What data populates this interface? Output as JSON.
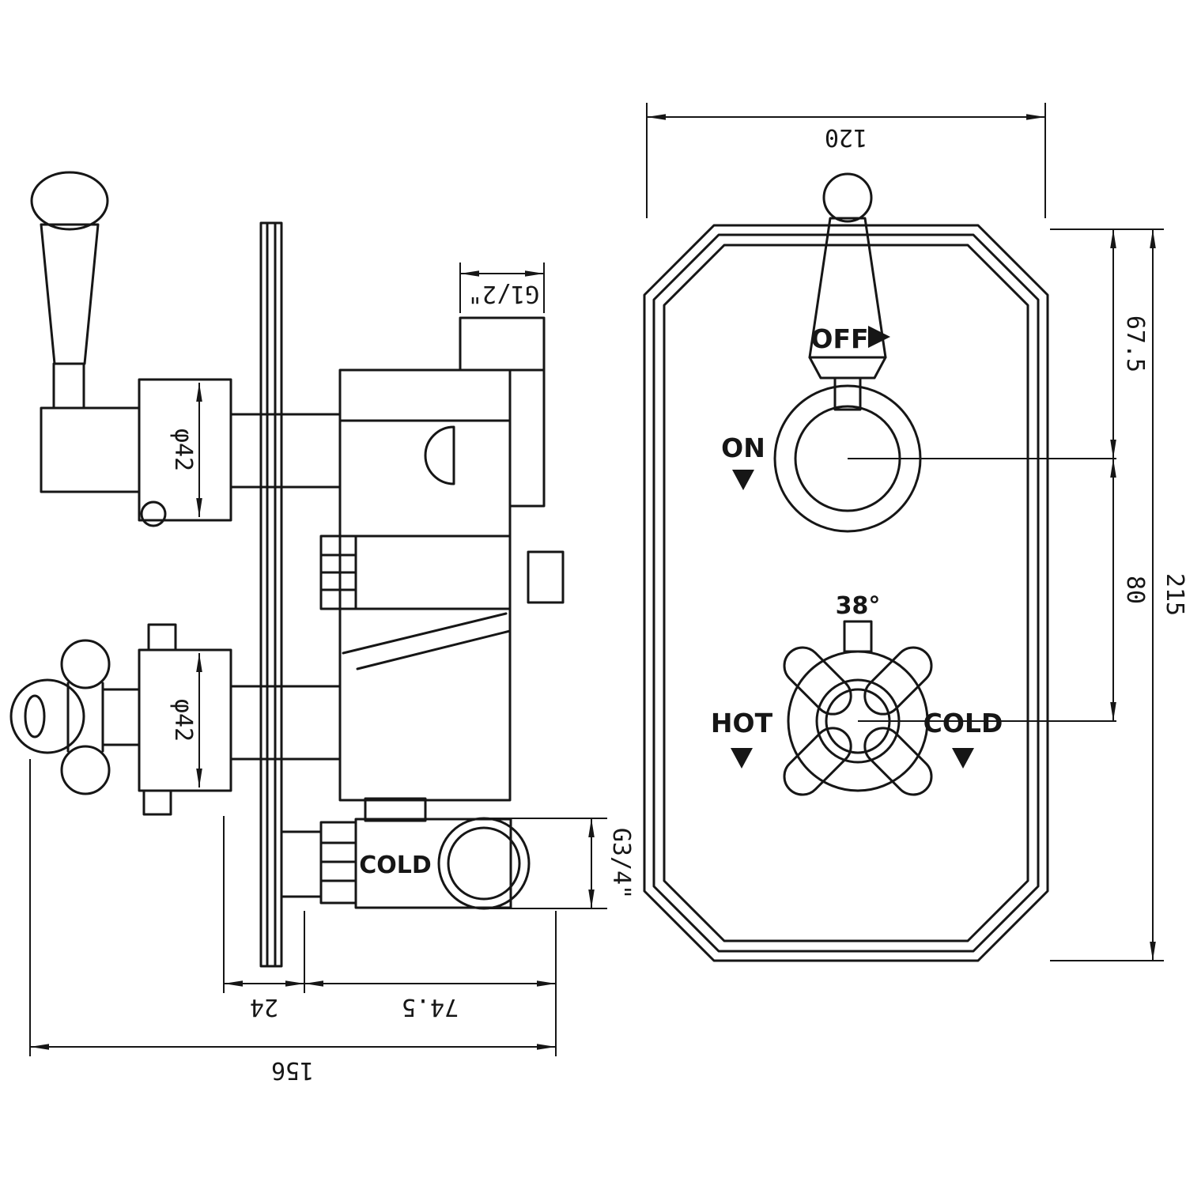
{
  "title": "Thermostatic shower valve technical drawing",
  "colors": {
    "line": "#161616",
    "background": "#ffffff"
  },
  "side_view": {
    "dims": {
      "phi42_top": "φ42",
      "phi42_bottom": "φ42",
      "g_half": "G1/2\"",
      "g_three_quarter": "G3/4\"",
      "d24": "24",
      "d74_5": "74.5",
      "d156": "156"
    },
    "labels": {
      "cold_port": "COLD"
    }
  },
  "front_view": {
    "dims": {
      "d120": "120",
      "d67_5": "67.5",
      "d80": "80",
      "d215": "215"
    },
    "labels": {
      "off": "OFF",
      "on": "ON",
      "hot": "HOT",
      "cold": "COLD",
      "temp": "38°"
    }
  }
}
